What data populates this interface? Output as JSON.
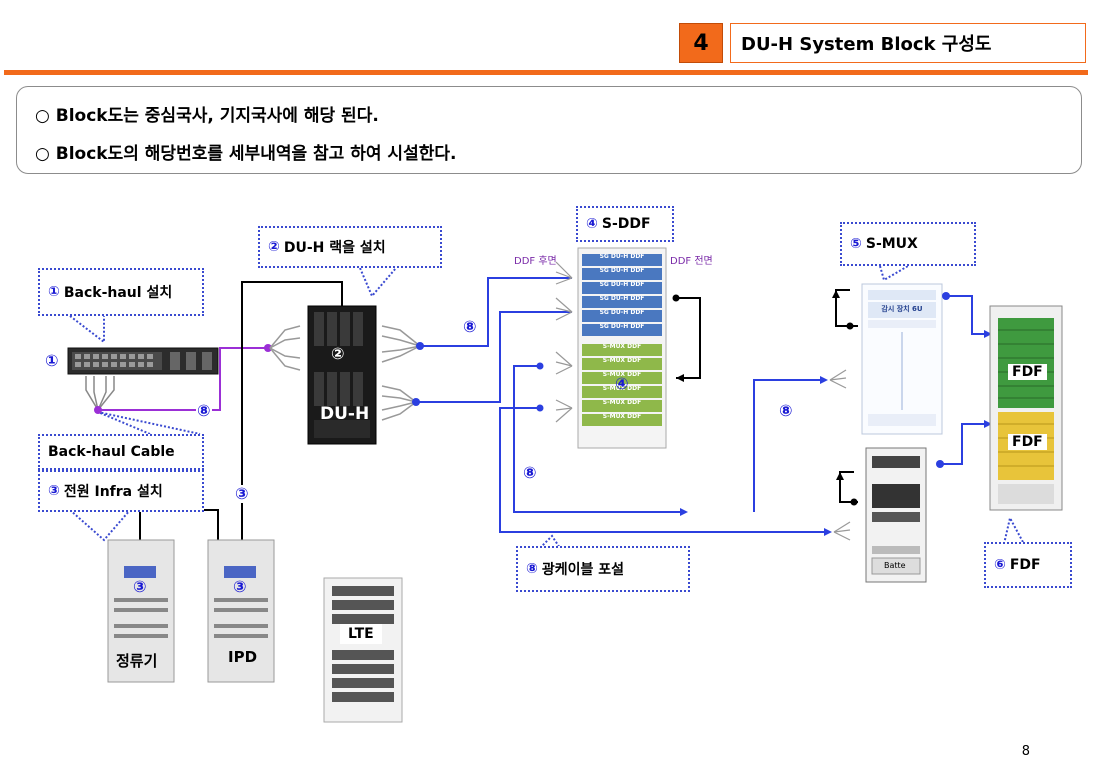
{
  "header": {
    "number": "4",
    "title": "DU-H System Block 구성도"
  },
  "notes": [
    "○ Block도는 중심국사, 기지국사에 해당 된다.",
    "○ Block도의 해당번호를 세부내역을 참고 하여 시설한다."
  ],
  "callouts": {
    "backhaul": {
      "num": "①",
      "text": "Back-haul 설치"
    },
    "duh": {
      "num": "②",
      "text": "DU-H 랙을 설치"
    },
    "power": {
      "num": "③",
      "text": "전원 Infra 설치"
    },
    "sddf": {
      "num": "④",
      "text": "S-DDF"
    },
    "smux": {
      "num": "⑤",
      "text": "S-MUX"
    },
    "fdf": {
      "num": "⑥",
      "text": "FDF"
    },
    "fiber": {
      "num": "⑧",
      "text": "광케이블 포설"
    },
    "backhaul_cable": "Back-haul Cable"
  },
  "markers": {
    "m1": "①",
    "m2": "②",
    "m3": "③",
    "m4": "④",
    "m8": "⑧"
  },
  "equipment": {
    "duh_label": "DU-H",
    "rectifier_label": "정류기",
    "ipd_label": "IPD",
    "lte_label": "LTE",
    "fdf_label": "FDF",
    "ddf_rear": "DDF 후면",
    "ddf_front": "DDF 전면",
    "batte": "Batte",
    "sddf_rows": [
      "SG DU-H DDF",
      "SG DU-H DDF",
      "SG DU-H DDF",
      "SG DU-H DDF",
      "SG DU-H DDF",
      "SG DU-H DDF",
      "S-MUX DDF",
      "S-MUX DDF",
      "S-MUX DDF",
      "S-MUX DDF",
      "S-MUX DDF",
      "S-MUX DDF"
    ],
    "smux_panel": "감시 장치 6U"
  },
  "colors": {
    "accent": "#f26a1b",
    "fiber": "#2b3fe0",
    "purple": "#9b2fd6",
    "callout_border": "#3a4ad0",
    "ddf_blue": "#4a78c0",
    "ddf_green": "#8fb84a"
  },
  "page_number": "8"
}
